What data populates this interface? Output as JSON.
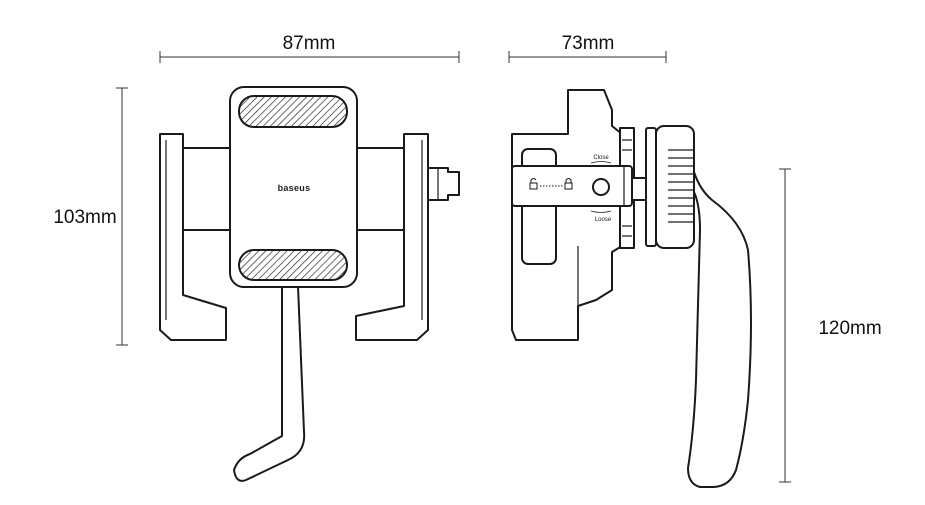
{
  "dimensions": {
    "front_width": "87mm",
    "side_width": "73mm",
    "front_height": "103mm",
    "side_height": "120mm"
  },
  "labels": {
    "brand": "baseus",
    "close": "Close",
    "loose": "Loose"
  },
  "colors": {
    "outline": "#1a1a1a",
    "background": "#ffffff",
    "grip_hatch": "#1a1a1a"
  }
}
